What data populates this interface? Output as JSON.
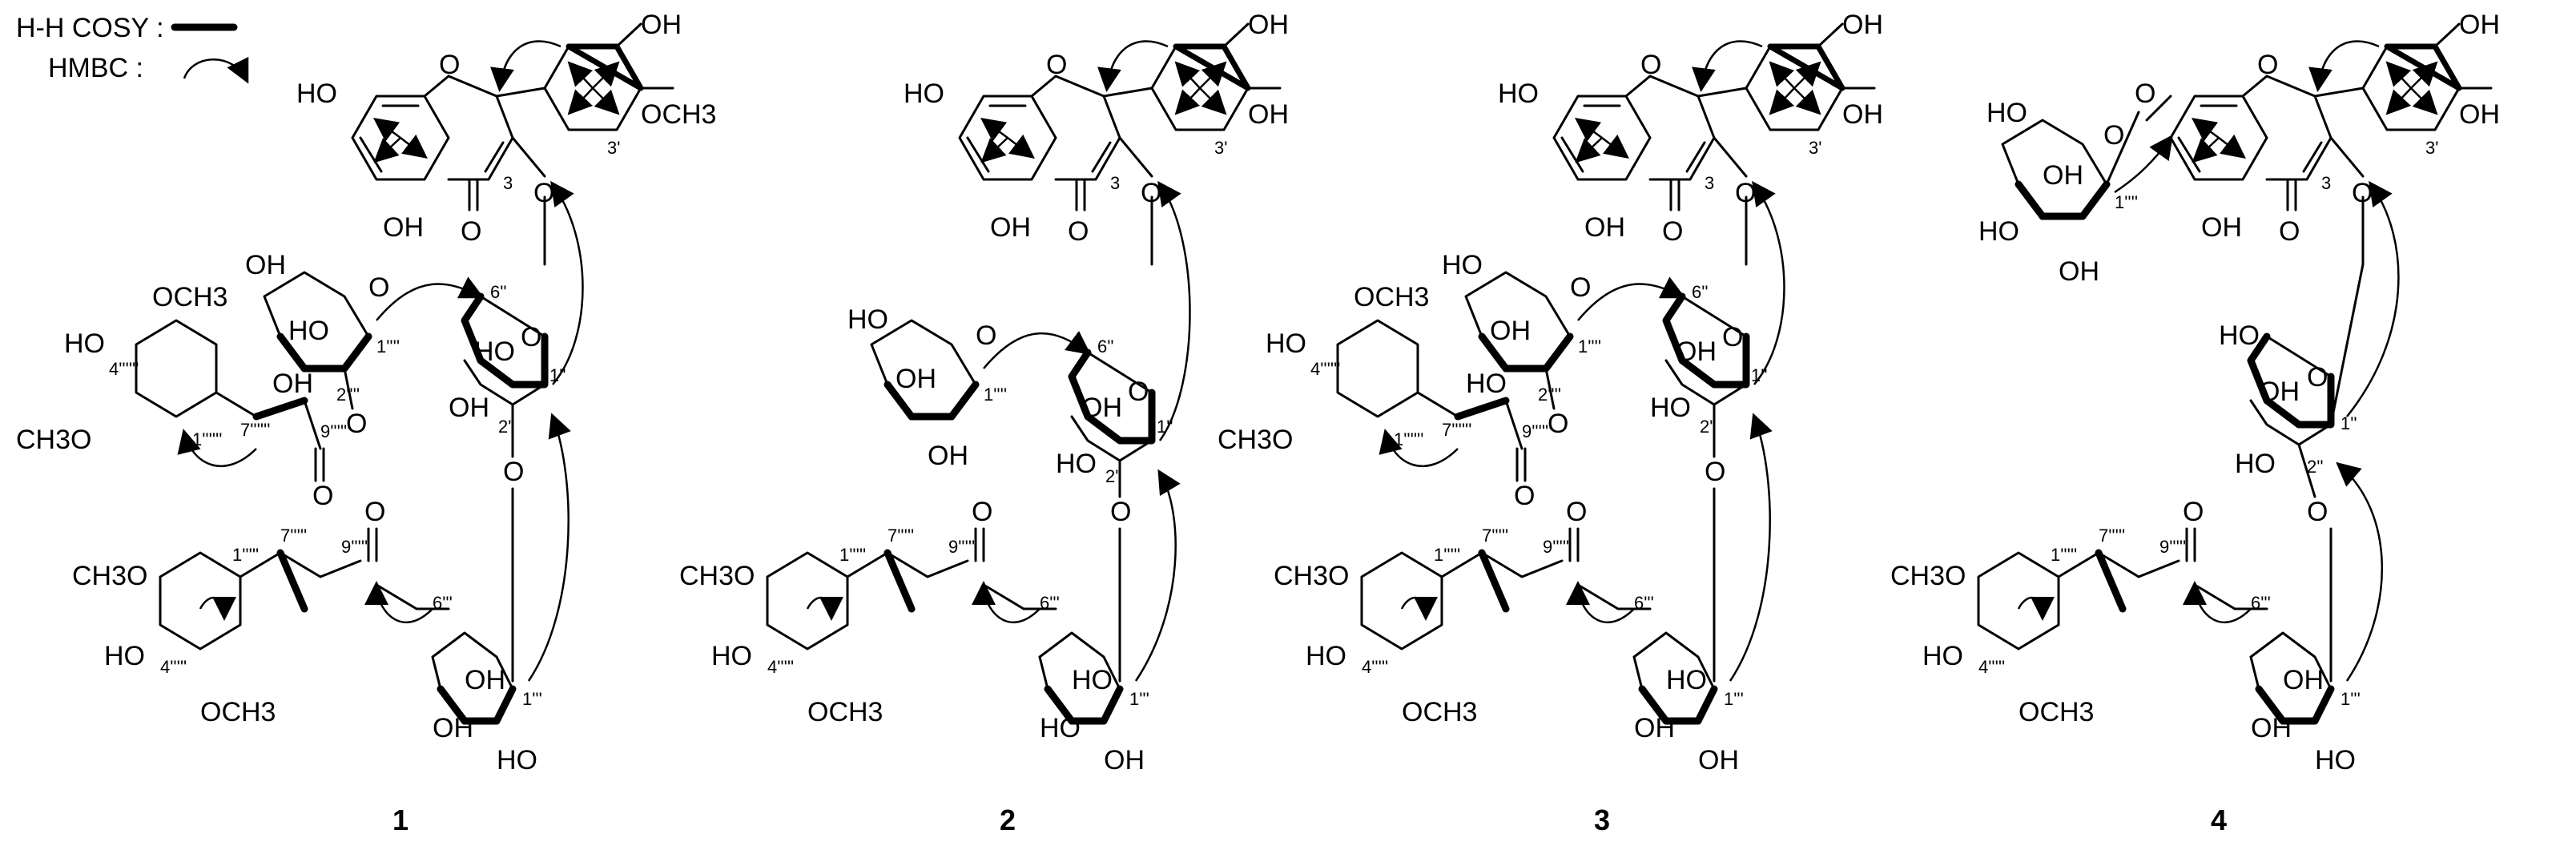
{
  "legend": {
    "cosy_label": "H-H COSY :",
    "hmbc_label": "HMBC :"
  },
  "compounds": [
    {
      "id": "1",
      "aglycone_left": "HO",
      "aglycone_top_right": "OH",
      "aglycone_bottom": "OH",
      "b_ring_4": "OH",
      "b_ring_3": "OCH3",
      "pos3": "3",
      "pos3p": "3'",
      "glc_labels": [
        "1''",
        "2''",
        "6''",
        "1'''",
        "6'''",
        "1''''",
        "2''''"
      ],
      "acyl_top": {
        "ho": "HO",
        "ome1": "OCH3",
        "ome2": "CH3O",
        "pos4": "4''''''",
        "pos1": "1''''''",
        "pos7": "7''''''",
        "pos9": "9''''''"
      },
      "acyl_bottom": {
        "ome1": "CH3O",
        "ho": "HO",
        "ome2": "OCH3",
        "pos4": "4'''''",
        "pos1": "1'''''",
        "pos7": "7'''''",
        "pos9": "9'''''"
      },
      "hydroxyls": [
        "OH",
        "HO",
        "OH",
        "HO",
        "OH",
        "OH",
        "HO",
        "OH",
        "HO",
        "OH"
      ]
    },
    {
      "id": "2",
      "aglycone_left": "HO",
      "aglycone_top_right": "OH",
      "aglycone_bottom": "OH",
      "b_ring_4": "OH",
      "b_ring_3": "OH",
      "pos3": "3",
      "pos3p": "3'",
      "glc_labels": [
        "1''",
        "2''",
        "6''",
        "1'''",
        "6'''",
        "1''''"
      ],
      "acyl_bottom": {
        "ome1": "CH3O",
        "ho": "HO",
        "ome2": "OCH3",
        "pos4": "4'''''",
        "pos1": "1'''''",
        "pos7": "7'''''",
        "pos9": "9'''''"
      },
      "hydroxyls": [
        "HO",
        "OH",
        "HO",
        "OH",
        "OH",
        "HO",
        "OH",
        "HO",
        "OH"
      ]
    },
    {
      "id": "3",
      "aglycone_left": "HO",
      "aglycone_top_right": "OH",
      "aglycone_bottom": "OH",
      "b_ring_4": "OH",
      "b_ring_3": "OH",
      "pos3": "3",
      "pos3p": "3'",
      "glc_labels": [
        "1''",
        "2''",
        "6''",
        "1'''",
        "6'''",
        "1''''",
        "2''''"
      ],
      "acyl_top": {
        "ho": "HO",
        "ome1": "OCH3",
        "ome2": "CH3O",
        "pos4": "4''''''",
        "pos1": "1''''''",
        "pos7": "7''''''",
        "pos9": "9''''''"
      },
      "acyl_bottom": {
        "ome1": "CH3O",
        "ho": "HO",
        "ome2": "OCH3",
        "pos4": "4'''''",
        "pos1": "1'''''",
        "pos7": "7'''''",
        "pos9": "9'''''"
      },
      "hydroxyls": [
        "HO",
        "OH",
        "HO",
        "OH",
        "HO",
        "OH",
        "OH",
        "HO",
        "OH",
        "HO",
        "OH"
      ]
    },
    {
      "id": "4",
      "aglycone_top_right": "OH",
      "aglycone_bottom": "OH",
      "b_ring_4": "OH",
      "b_ring_3": "OH",
      "pos3": "3",
      "pos3p": "3'",
      "glc_labels": [
        "1''''",
        "1''",
        "2''",
        "6'''",
        "1'''"
      ],
      "acyl_bottom": {
        "ome1": "CH3O",
        "ho": "HO",
        "ome2": "OCH3",
        "pos4": "4'''''",
        "pos1": "1'''''",
        "pos7": "7'''''",
        "pos9": "9'''''"
      },
      "hydroxyls": [
        "HO",
        "OH",
        "HO",
        "OH",
        "HO",
        "OH",
        "HO",
        "OH",
        "HO",
        "OH"
      ]
    }
  ],
  "ring_o": "O",
  "carbonyl_o": "O"
}
